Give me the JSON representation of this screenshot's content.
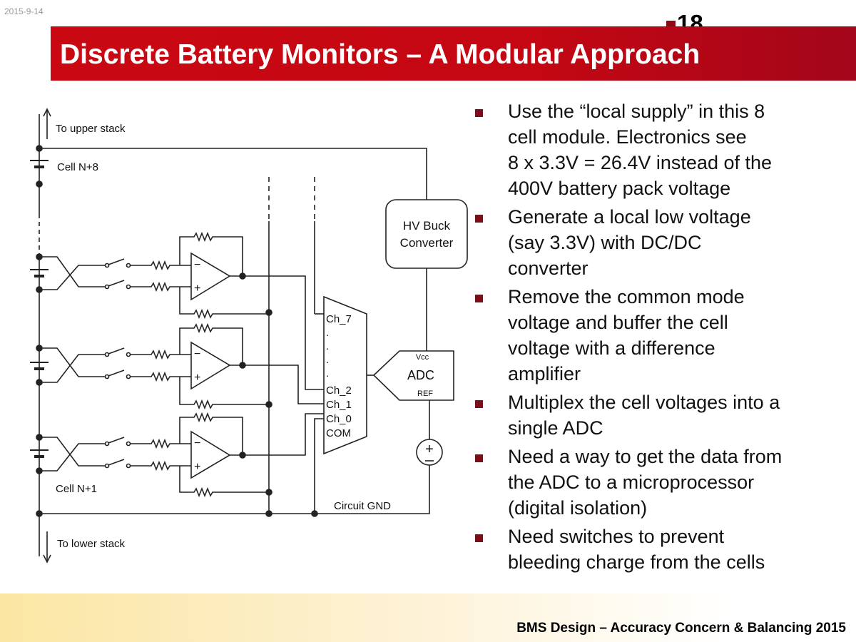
{
  "header": {
    "date": "2015-9-14",
    "page_number": "18",
    "title": "Discrete Battery Monitors – A Modular Approach"
  },
  "diagram": {
    "labels": {
      "to_upper_stack": "To upper stack",
      "cell_top": "Cell N+8",
      "cell_bottom": "Cell N+1",
      "to_lower_stack": "To lower stack",
      "buck_line1": "HV Buck",
      "buck_line2": "Converter",
      "mux_ch7": "Ch_7",
      "mux_dot": ".",
      "mux_ch2": "Ch_2",
      "mux_ch1": "Ch_1",
      "mux_ch0": "Ch_0",
      "mux_com": "COM",
      "adc_vcc": "Vcc",
      "adc": "ADC",
      "adc_ref": "REF",
      "circuit_gnd": "Circuit GND"
    }
  },
  "bullets": [
    "Use the “local supply” in this 8\ncell module. Electronics see\n8 x 3.3V = 26.4V instead of the\n400V battery pack voltage",
    "Generate a local low voltage\n(say 3.3V) with DC/DC\nconverter",
    "Remove the common mode\nvoltage and buffer the cell\nvoltage with a difference\namplifier",
    "Multiplex the cell voltages into a\nsingle ADC",
    "Need a way to get the data from\nthe ADC to a microprocessor\n(digital isolation)",
    "Need switches to prevent\nbleeding charge from the cells"
  ],
  "footer": {
    "text": "BMS Design – Accuracy Concern & Balancing 2015"
  },
  "colors": {
    "title_red": "#c90812",
    "bullet_marker": "#7a0f19",
    "footer_band": "#fbe6a3"
  }
}
